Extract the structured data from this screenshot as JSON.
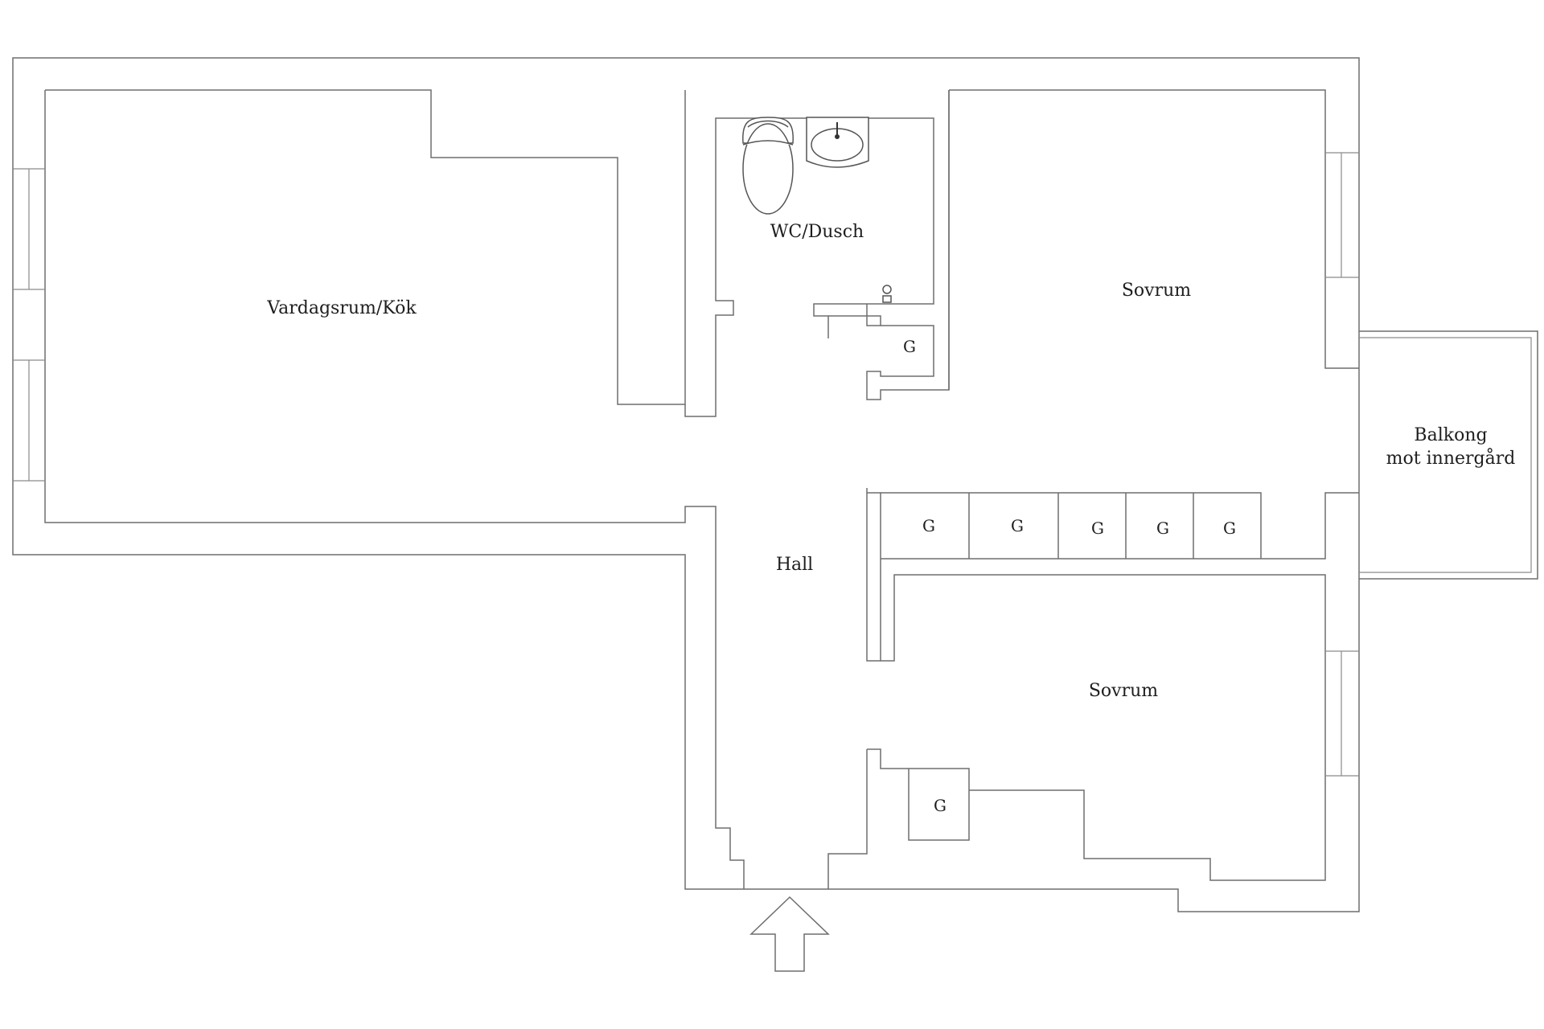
{
  "rooms": {
    "living_kitchen": "Vardagsrum/Kök",
    "bathroom": "WC/Dusch",
    "bedroom_1": "Sovrum",
    "bedroom_2": "Sovrum",
    "hall": "Hall",
    "balcony_line1": "Balkong",
    "balcony_line2": "mot innergård"
  },
  "closets": {
    "label": "G",
    "bath": "G",
    "hall_1": "G",
    "hall_2": "G",
    "hall_3": "G",
    "hall_4": "G",
    "hall_5": "G",
    "bedroom_2": "G"
  },
  "colors": {
    "wall": "#6e6e6e",
    "text": "#1e1e1e",
    "background": "#ffffff"
  }
}
